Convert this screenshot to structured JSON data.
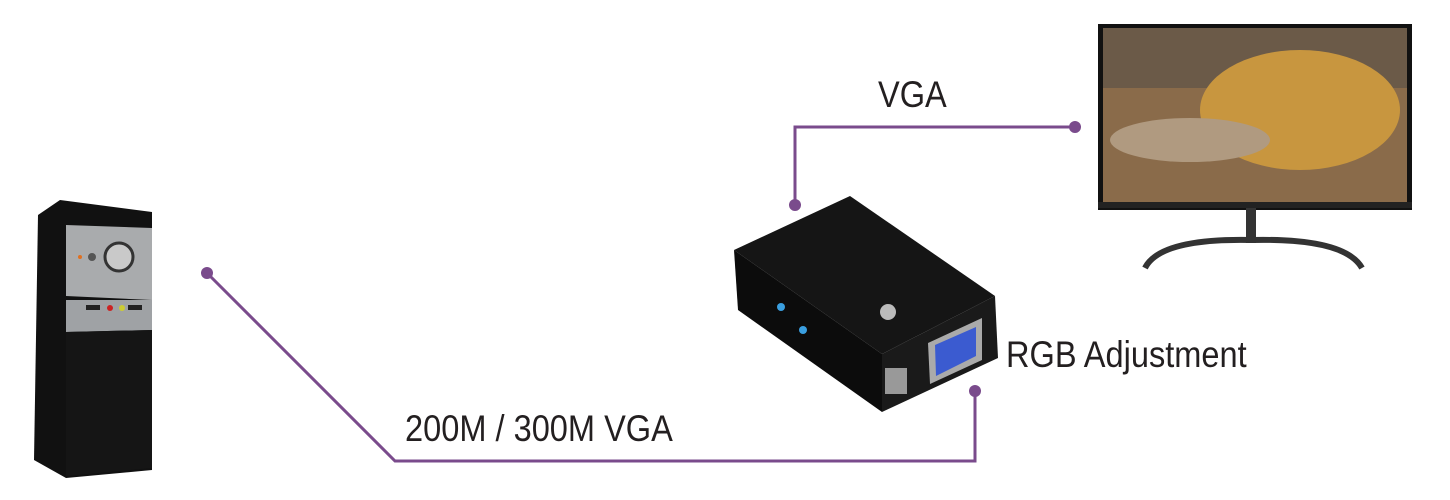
{
  "labels": {
    "vga_top": "VGA",
    "rgb": "RGB Adjustment",
    "vga_long": "200M / 300M VGA"
  },
  "colors": {
    "line": "#7a4b8c",
    "text": "#231f20"
  },
  "devices": [
    "pc-tower",
    "vga-skew-tuner",
    "monitor"
  ]
}
